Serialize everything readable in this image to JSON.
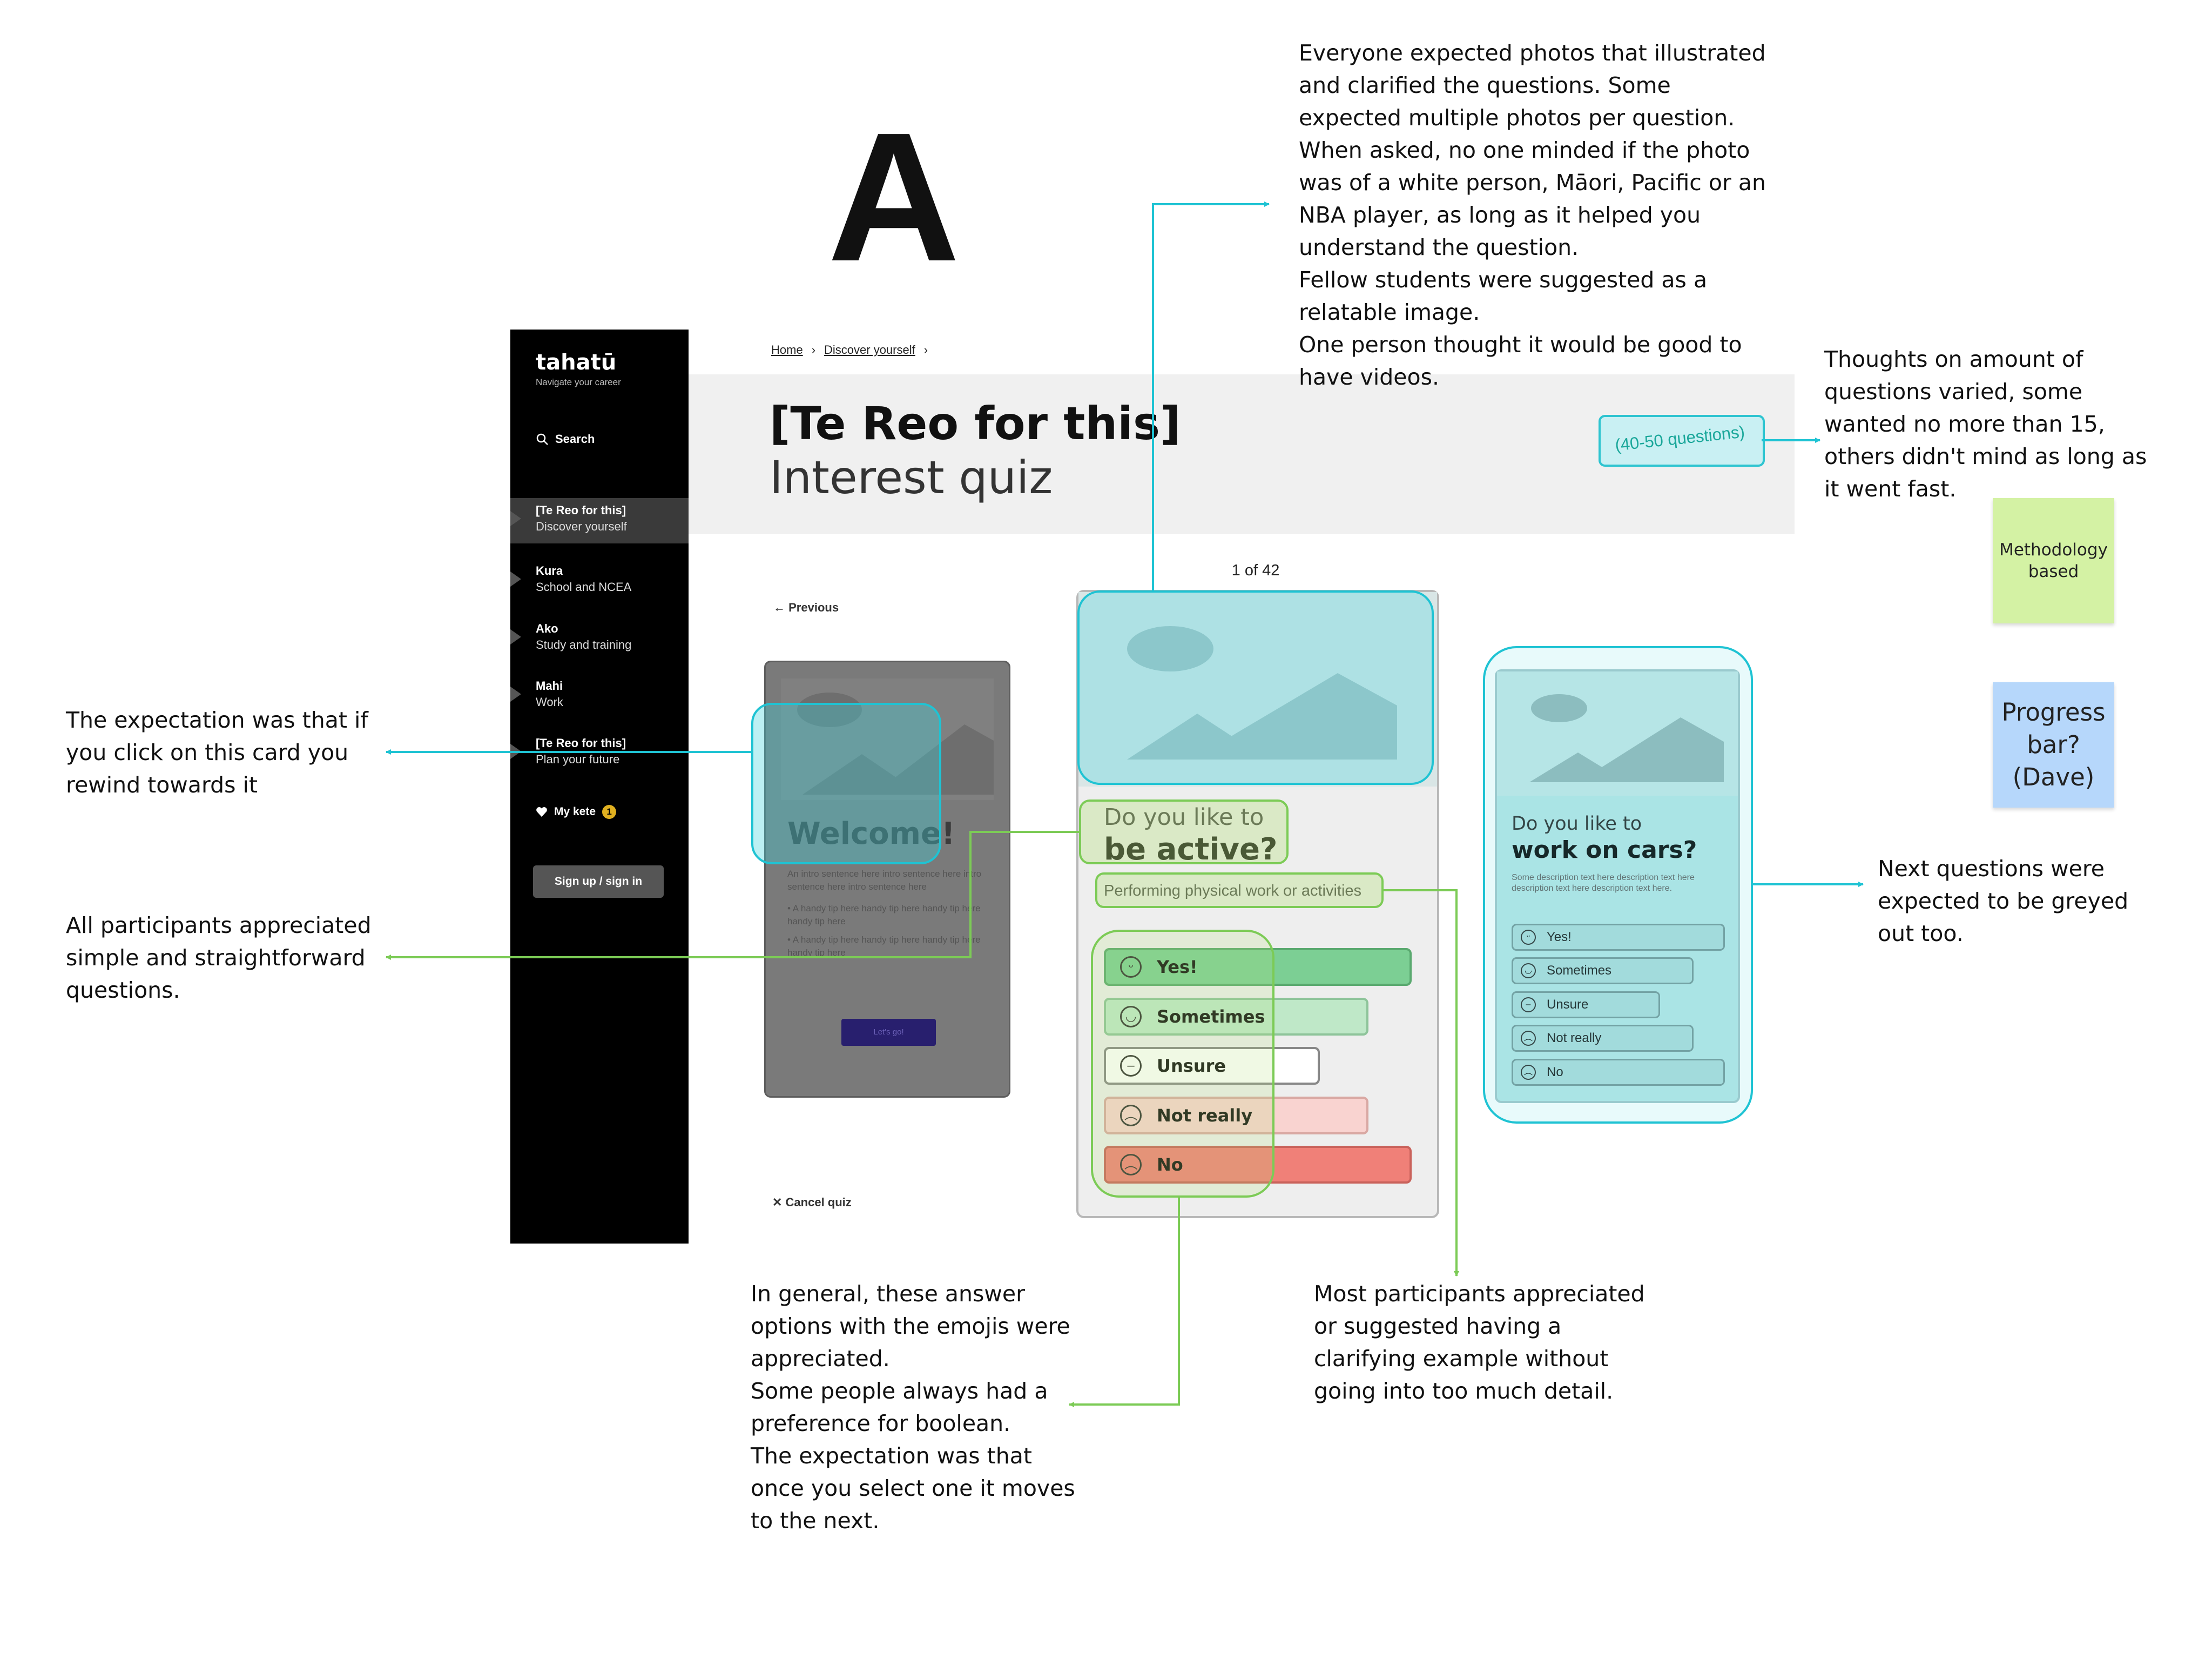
{
  "board": {
    "variant_letter": "A",
    "colors": {
      "teal": "#1fc3d3",
      "green": "#7ccb56",
      "sticky_green": "#d4f2a4",
      "sticky_blue": "#b6d7fb"
    }
  },
  "sidebar": {
    "logo": "tahatū",
    "tagline": "Navigate your career",
    "search_label": "Search",
    "items": [
      {
        "title": "[Te Reo for this]",
        "subtitle": "Discover yourself"
      },
      {
        "title": "Kura",
        "subtitle": "School and NCEA"
      },
      {
        "title": "Ako",
        "subtitle": "Study and training"
      },
      {
        "title": "Mahi",
        "subtitle": "Work"
      },
      {
        "title": "[Te Reo for this]",
        "subtitle": "Plan your future"
      }
    ],
    "kete_label": "My kete",
    "kete_count": "1",
    "signin_label": "Sign up / sign in"
  },
  "page": {
    "breadcrumb": [
      "Home",
      "Discover yourself"
    ],
    "title_line1": "[Te Reo for this]",
    "title_line2": "Interest quiz",
    "question_count_tag": "(40-50 questions)",
    "progress_text": "1 of 42",
    "previous_label": "Previous",
    "cancel_label": "Cancel quiz"
  },
  "welcome_card": {
    "title": "Welcome!",
    "intro": "An intro sentence here intro sentence here intro sentence here intro sentence here",
    "tips": [
      "A handy tip here handy tip here handy tip here handy tip here",
      "A handy tip here handy tip here handy tip here handy tip here"
    ],
    "button_label": "Let's go!"
  },
  "current_question": {
    "prefix": "Do you like to",
    "main": "be active?",
    "description": "Performing physical work or activities",
    "answers": [
      {
        "label": "Yes!",
        "emoji": "grin-icon",
        "color": "#7ccf94"
      },
      {
        "label": "Sometimes",
        "emoji": "smile-icon",
        "color": "#bfe8c8"
      },
      {
        "label": "Unsure",
        "emoji": "neutral-icon",
        "color": "#ffffff"
      },
      {
        "label": "Not really",
        "emoji": "frown-icon",
        "color": "#f9d3d0"
      },
      {
        "label": "No",
        "emoji": "angry-icon",
        "color": "#f08078"
      }
    ]
  },
  "next_question": {
    "prefix": "Do you like to",
    "main": "work on cars?",
    "description": "Some description text here description text here description text here description text here.",
    "answers": [
      "Yes!",
      "Sometimes",
      "Unsure",
      "Not really",
      "No"
    ]
  },
  "notes": {
    "photos": [
      "Everyone expected photos that illustrated",
      "and clarified the questions. Some",
      "expected multiple photos per question.",
      "When asked, no one minded if the photo",
      "was of a white person, Māori, Pacific or an",
      "NBA player, as long as it helped you",
      "understand the question.",
      "Fellow students were suggested as a",
      "relatable image.",
      "One person thought it would be good to",
      "have videos."
    ],
    "amount": [
      "Thoughts on amount of",
      "questions varied, some",
      "wanted no more than 15,",
      "others didn't mind as long as",
      "it went fast."
    ],
    "card_rewind": [
      "The expectation was that if",
      "you click on this card you",
      "rewind towards it"
    ],
    "simple": [
      "All participants appreciated",
      "simple and straightforward",
      "questions."
    ],
    "next_grey": [
      "Next questions were",
      "expected to be greyed",
      "out too."
    ],
    "emojis": [
      "In general, these answer",
      "options with the emojis were",
      "appreciated.",
      "Some people always had a",
      "preference for boolean.",
      "The expectation was that",
      "once you select one it moves",
      "to the next."
    ],
    "example": [
      "Most participants appreciated",
      "or suggested having a",
      "clarifying example without",
      "going into too much detail."
    ]
  },
  "stickies": {
    "methodology": [
      "Methodology",
      "based"
    ],
    "progress": [
      "Progress",
      "bar?",
      "(Dave)"
    ]
  }
}
